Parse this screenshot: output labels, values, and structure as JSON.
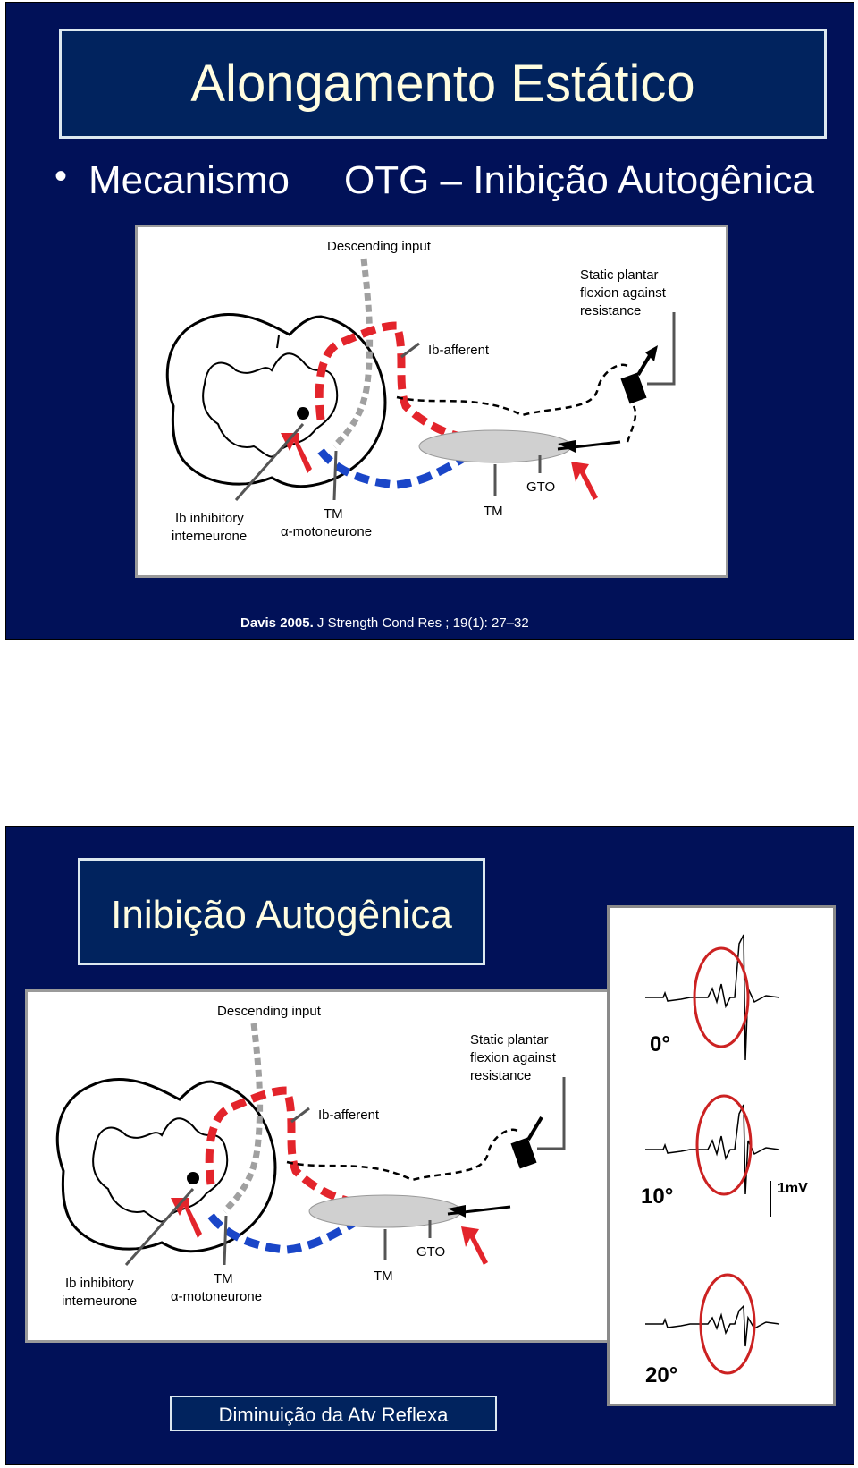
{
  "slide1": {
    "title": "Alongamento Estático",
    "bullet_marker": "•",
    "bullet_label": "Mecanismo",
    "bullet_value": "OTG – Inibição Autogênica",
    "figure_labels": {
      "descending": "Descending input",
      "static_1": "Static plantar",
      "static_2": "flexion against",
      "static_3": "resistance",
      "ib_afferent": "Ib-afferent",
      "ib_inhib_1": "Ib inhibitory",
      "ib_inhib_2": "interneurone",
      "tm": "TM",
      "alpha": "α-motoneurone",
      "gto": "GTO"
    },
    "citation_bold": "Davis 2005.",
    "citation_rest": " J Strength Cond Res ; 19(1): 27–32"
  },
  "slide2": {
    "title": "Inibição Autogênica",
    "caption": "Diminuição  da Atv Reflexa",
    "emg_labels": {
      "angle_0": "0°",
      "angle_10": "10°",
      "angle_20": "20°",
      "scale": "1mV"
    }
  },
  "colors": {
    "slide_bg": "#011158",
    "title_box": "#01235e",
    "title_text": "#fffde0",
    "red_dash": "#e3242b",
    "blue_dash": "#1a46c8",
    "gray_dash": "#a0a0a0"
  }
}
